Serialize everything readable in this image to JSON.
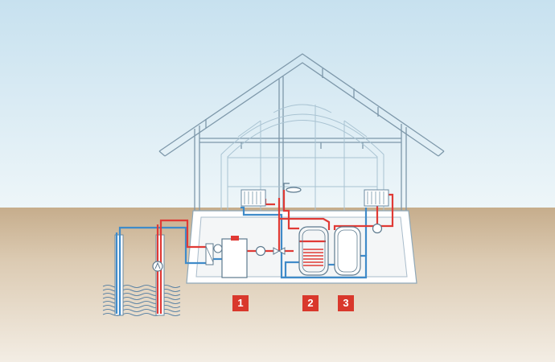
{
  "labels": {
    "heat_source": "1",
    "storage_tank": "2",
    "buffer_tank": "3"
  },
  "colors": {
    "sky_top": "#cfe6f2",
    "sky_bottom": "#eaf4f8",
    "ground": "#c8b090",
    "house_line": "#7e98aa",
    "supply_pipe": "#e03a35",
    "return_pipe": "#3f8bc9",
    "badge": "#d9382c"
  }
}
